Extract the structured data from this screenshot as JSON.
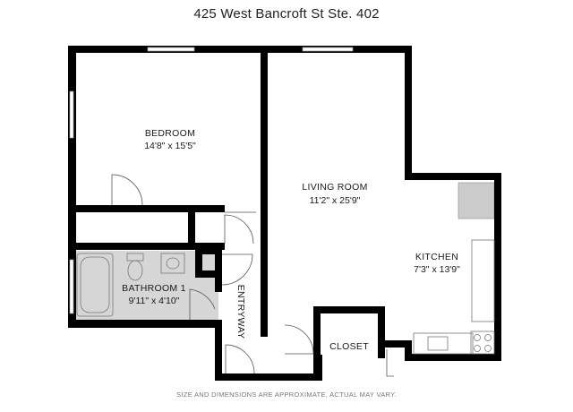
{
  "title": "425 West Bancroft St Ste. 402",
  "disclaimer": "SIZE AND DIMENSIONS ARE APPROXIMATE, ACTUAL MAY VARY.",
  "rooms": {
    "bedroom": {
      "name": "BEDROOM",
      "dims": "14'8\" x 15'5\""
    },
    "living_room": {
      "name": "LIVING ROOM",
      "dims": "11'2\" x 25'9\""
    },
    "kitchen": {
      "name": "KITCHEN",
      "dims": "7'3\" x 13'9\""
    },
    "bathroom": {
      "name": "BATHROOM 1",
      "dims": "9'11\" x 4'10\""
    },
    "entryway": {
      "name": "ENTRYWAY"
    },
    "closet": {
      "name": "CLOSET"
    }
  },
  "colors": {
    "wall": "#000000",
    "bathroom_floor": "#d6d6d6",
    "kitchen_counter": "#cccccc"
  }
}
